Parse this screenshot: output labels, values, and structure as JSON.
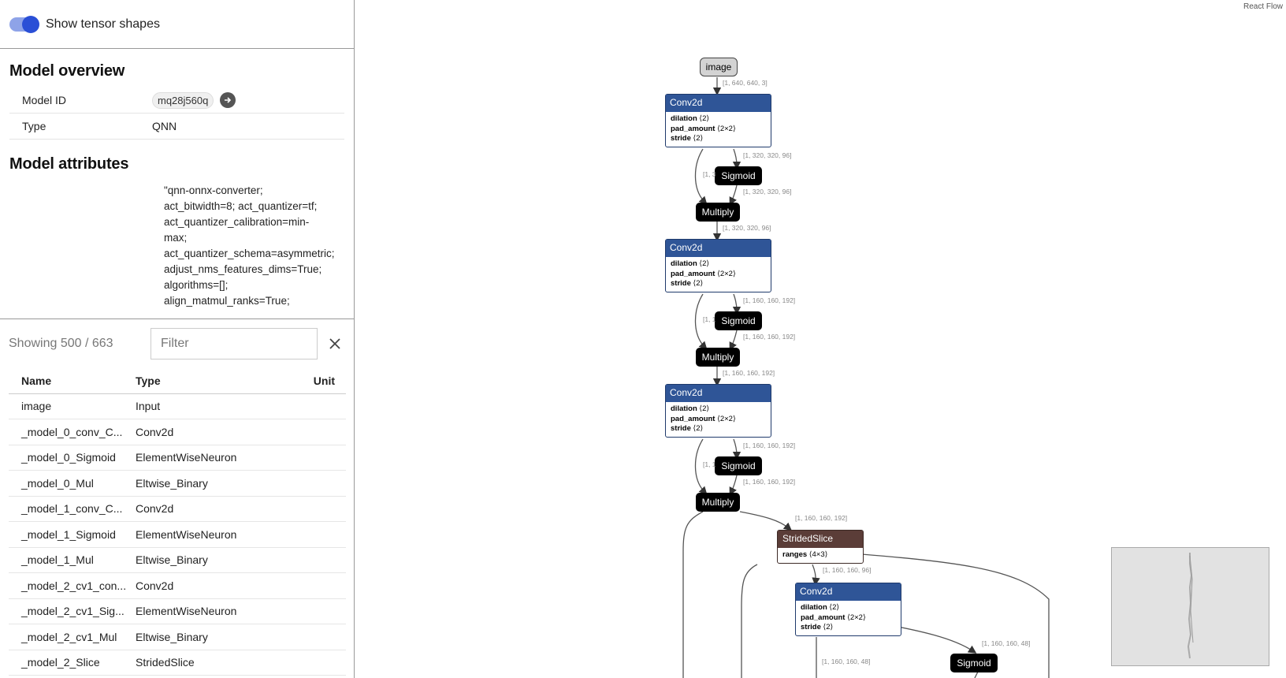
{
  "toggle": {
    "label": "Show tensor shapes",
    "on": true
  },
  "overview": {
    "title": "Model overview",
    "model_id_key": "Model ID",
    "model_id_value": "mq28j560q",
    "type_key": "Type",
    "type_value": "QNN"
  },
  "attributes": {
    "title": "Model attributes",
    "lines": [
      "\"qnn-onnx-converter;",
      "act_bitwidth=8; act_quantizer=tf;",
      "act_quantizer_calibration=min-",
      "max;",
      "act_quantizer_schema=asymmetric;",
      "adjust_nms_features_dims=True;",
      "algorithms=[];",
      "align_matmul_ranks=True;"
    ]
  },
  "list": {
    "showing": "Showing 500 / 663",
    "filter_placeholder": "Filter",
    "columns": [
      "Name",
      "Type",
      "Unit"
    ],
    "rows": [
      {
        "name": "image",
        "type": "Input",
        "unit": ""
      },
      {
        "name": "_model_0_conv_C...",
        "type": "Conv2d",
        "unit": ""
      },
      {
        "name": "_model_0_Sigmoid",
        "type": "ElementWiseNeuron",
        "unit": ""
      },
      {
        "name": "_model_0_Mul",
        "type": "Eltwise_Binary",
        "unit": ""
      },
      {
        "name": "_model_1_conv_C...",
        "type": "Conv2d",
        "unit": ""
      },
      {
        "name": "_model_1_Sigmoid",
        "type": "ElementWiseNeuron",
        "unit": ""
      },
      {
        "name": "_model_1_Mul",
        "type": "Eltwise_Binary",
        "unit": ""
      },
      {
        "name": "_model_2_cv1_con...",
        "type": "Conv2d",
        "unit": ""
      },
      {
        "name": "_model_2_cv1_Sig...",
        "type": "ElementWiseNeuron",
        "unit": ""
      },
      {
        "name": "_model_2_cv1_Mul",
        "type": "Eltwise_Binary",
        "unit": ""
      },
      {
        "name": "_model_2_Slice",
        "type": "StridedSlice",
        "unit": ""
      }
    ]
  },
  "graph": {
    "brand": "React Flow",
    "image_label": "image",
    "conv_label": "Conv2d",
    "sigmoid_label": "Sigmoid",
    "multiply_label": "Multiply",
    "slice_label": "StridedSlice",
    "attr_dilation": "dilation",
    "attr_pad": "pad_amount",
    "attr_stride": "stride",
    "attr_ranges": "ranges",
    "val_2": "⟨2⟩",
    "val_2x2": "⟨2×2⟩",
    "val_4x3": "⟨4×3⟩",
    "edge_labels": {
      "e_image": "[1, 640, 640, 3]",
      "e1_sig_in": "[1, 320, 320, 96]",
      "e1_sig_out": "[1, 320, 320, 96]",
      "e1_skip": "[1, 3",
      "e1_mul_out": "[1, 320, 320, 96]",
      "e2_sig_in": "[1, 160, 160, 192]",
      "e2_sig_out": "[1, 160, 160, 192]",
      "e2_skip": "[1, 1",
      "e2_mul_out": "[1, 160, 160, 192]",
      "e3_sig_in": "[1, 160, 160, 192]",
      "e3_sig_out": "[1, 160, 160, 192]",
      "e3_skip": "[1, 1",
      "e3_mul_out": "[1, 160, 160, 192]",
      "e_slice_out": "[1, 160, 160, 96]",
      "e_conv4_right": "[1, 160, 160, 48]",
      "e_conv4_down": "[1, 160, 160, 48]"
    }
  },
  "colors": {
    "accent": "#2a4fd6",
    "conv_header": "#2f5597",
    "slice_header": "#5b3d38"
  }
}
